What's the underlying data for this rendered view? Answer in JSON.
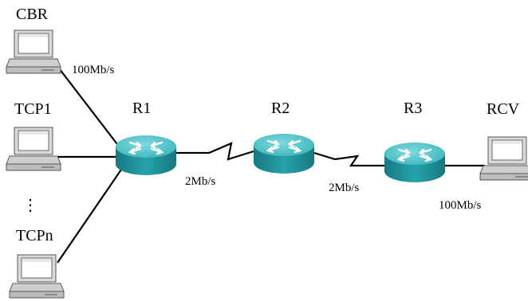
{
  "hosts": {
    "cbr": "CBR",
    "tcp1": "TCP1",
    "ellipsis": "⋮",
    "tcpn": "TCPn",
    "rcv": "RCV"
  },
  "routers": {
    "r1": "R1",
    "r2": "R2",
    "r3": "R3"
  },
  "links": {
    "cbr_r1": "100Mb/s",
    "r1_r2": "2Mb/s",
    "r2_r3": "2Mb/s",
    "r3_rcv": "100Mb/s"
  },
  "colors": {
    "router_top": "#4fc3c9",
    "router_side": "#1f8f97",
    "link": "#000000",
    "computer_body": "#e6e6e6"
  }
}
